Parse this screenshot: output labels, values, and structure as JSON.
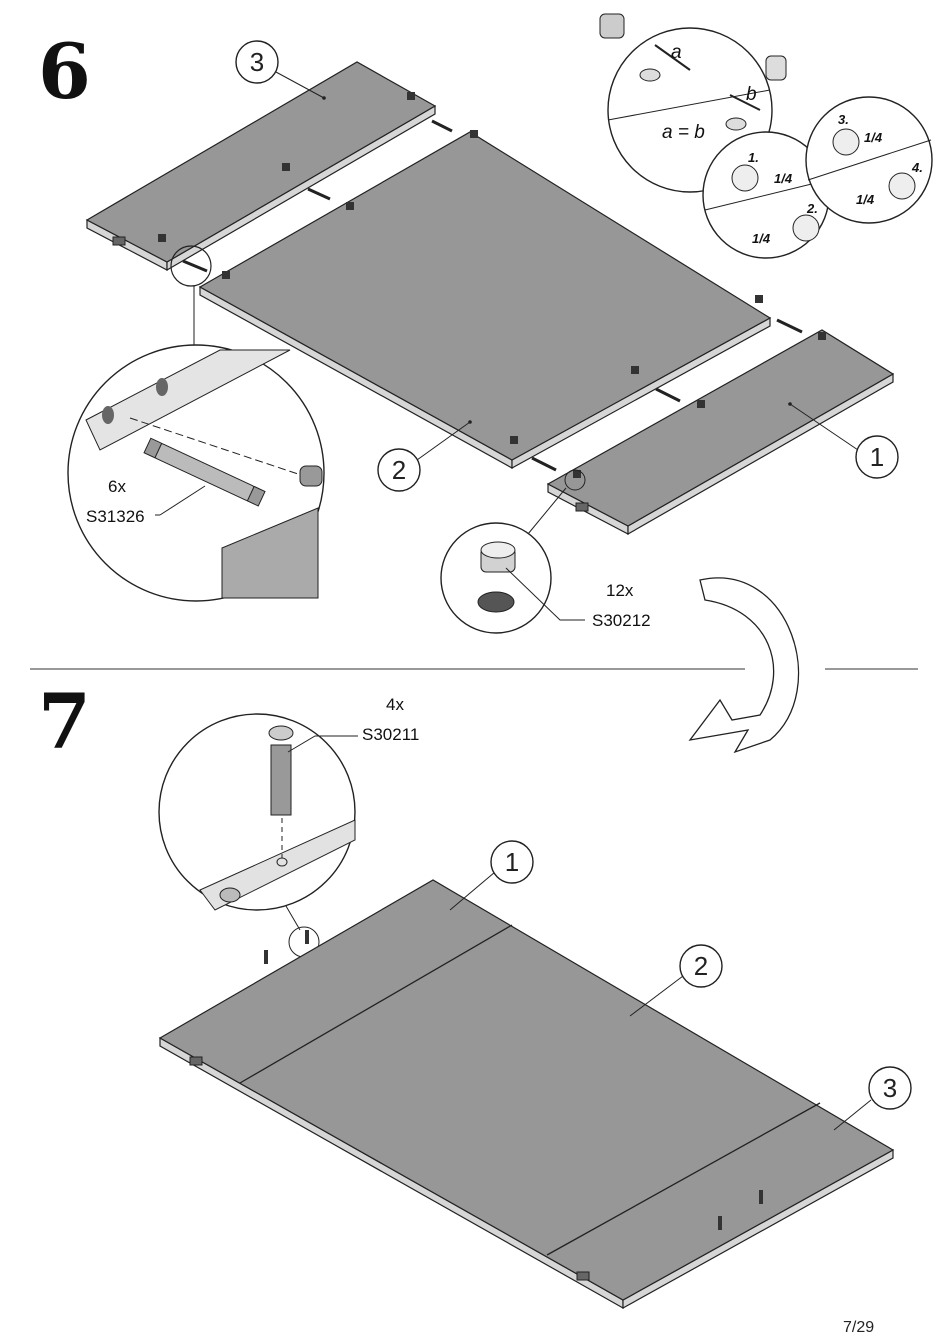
{
  "steps": [
    {
      "number": "6",
      "parts": [
        "1",
        "2",
        "3"
      ],
      "callouts": [
        {
          "qty": "6x",
          "code": "S31326"
        },
        {
          "qty": "12x",
          "code": "S30212"
        }
      ],
      "cam_detail": {
        "labels": [
          "a",
          "b"
        ],
        "equation": "a = b",
        "rotation": [
          {
            "step": "1.",
            "amount": "1/4"
          },
          {
            "step": "2.",
            "amount": "1/4"
          },
          {
            "step": "3.",
            "amount": "1/4"
          },
          {
            "step": "4.",
            "amount": "1/4"
          }
        ]
      }
    },
    {
      "number": "7",
      "parts": [
        "1",
        "2",
        "3"
      ],
      "callouts": [
        {
          "qty": "4x",
          "code": "S30211"
        }
      ]
    }
  ],
  "page_indicator": "7/29"
}
